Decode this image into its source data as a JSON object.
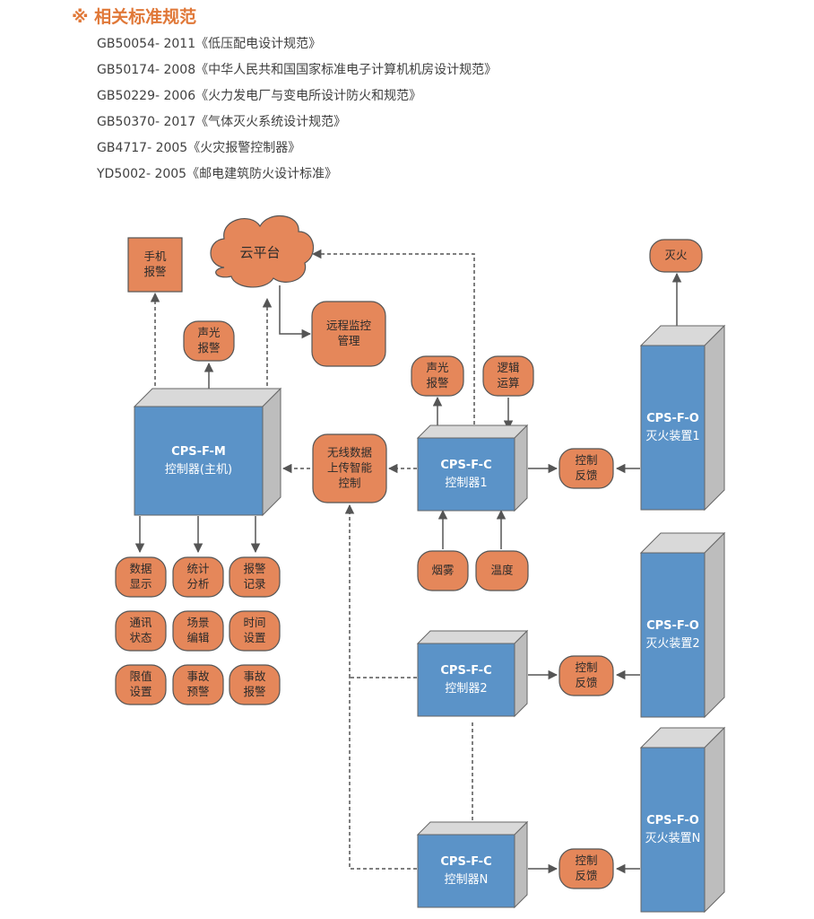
{
  "heading": "※ 相关标准规范",
  "standards": [
    "GB50054- 2011《低压配电设计规范》",
    "GB50174- 2008《中华人民共和国国家标准电子计算机机房设计规范》",
    "GB50229- 2006《火力发电厂与变电所设计防火和规范》",
    "GB50370- 2017《气体灭火系统设计规范》",
    "GB4717- 2005《火灾报警控制器》",
    "YD5002- 2005《邮电建筑防火设计标准》"
  ],
  "diagram": {
    "colors": {
      "blue": "#5b93c8",
      "orange": "#e5875a",
      "side": "#bdbdbd",
      "top": "#d9d9d9",
      "line": "#555555"
    },
    "cloud": "云平台",
    "phone_alarm": [
      "手机",
      "报警"
    ],
    "sound_light_1": [
      "声光",
      "报警"
    ],
    "remote_monitor": [
      "远程监控",
      "管理"
    ],
    "master": {
      "model": "CPS-F-M",
      "name": "控制器(主机)"
    },
    "wireless": [
      "无线数据",
      "上传智能",
      "控制"
    ],
    "sound_light_2": [
      "声光",
      "报警"
    ],
    "logic": [
      "逻辑",
      "运算"
    ],
    "c1": {
      "model": "CPS-F-C",
      "name": "控制器1"
    },
    "c2": {
      "model": "CPS-F-C",
      "name": "控制器2"
    },
    "cn": {
      "model": "CPS-F-C",
      "name": "控制器N"
    },
    "smoke": "烟雾",
    "temp": "温度",
    "feedback_1": [
      "控制",
      "反馈"
    ],
    "feedback_2": [
      "控制",
      "反馈"
    ],
    "feedback_n": [
      "控制",
      "反馈"
    ],
    "extinguish": "灭火",
    "o1": {
      "model": "CPS-F-O",
      "name": "灭火装置1"
    },
    "o2": {
      "model": "CPS-F-O",
      "name": "灭火装置2"
    },
    "on": {
      "model": "CPS-F-O",
      "name": "灭火装置N"
    },
    "functions": [
      [
        "数据",
        "显示"
      ],
      [
        "统计",
        "分析"
      ],
      [
        "报警",
        "记录"
      ],
      [
        "通讯",
        "状态"
      ],
      [
        "场景",
        "编辑"
      ],
      [
        "时间",
        "设置"
      ],
      [
        "限值",
        "设置"
      ],
      [
        "事故",
        "预警"
      ],
      [
        "事故",
        "报警"
      ]
    ]
  }
}
